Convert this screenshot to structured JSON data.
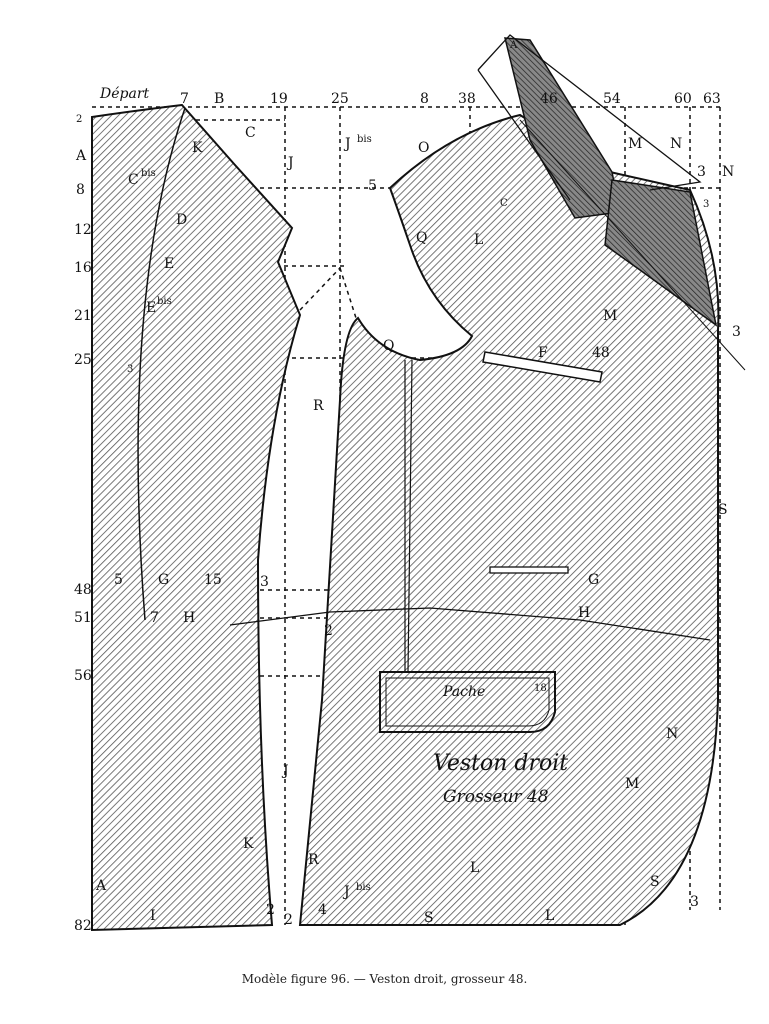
{
  "caption": "Modèle figure 96. — Veston droit, grosseur 48.",
  "colors": {
    "ink": "#111111",
    "paper": "#ffffff"
  },
  "top_scale": [
    "Départ",
    "7",
    "B",
    "19",
    "25",
    "8",
    "38",
    "46",
    "54",
    "60",
    "63"
  ],
  "left_scale": [
    "2",
    "A",
    "8",
    "12",
    "16",
    "21",
    "25",
    "48",
    "51",
    "56",
    "82"
  ],
  "labels": {
    "C": "C",
    "K": "K",
    "Cbis": "C",
    "bis": "bis",
    "J": "J",
    "Jbis": "J",
    "O": "O",
    "five": "5",
    "D": "D",
    "Q": "Q",
    "L": "L",
    "E": "E",
    "Ebis": "E",
    "M": "M",
    "F": "F",
    "n48": "48",
    "three": "3",
    "R": "R",
    "S": "S",
    "G": "G",
    "n15": "15",
    "seven": "7",
    "H": "H",
    "two": "2",
    "A": "A",
    "N": "N",
    "I": "I",
    "four": "4",
    "B": "B"
  },
  "pocket": {
    "label": "Pache",
    "number": "18"
  },
  "title": {
    "line1": "Veston droit",
    "line2": "Grosseur 48"
  }
}
